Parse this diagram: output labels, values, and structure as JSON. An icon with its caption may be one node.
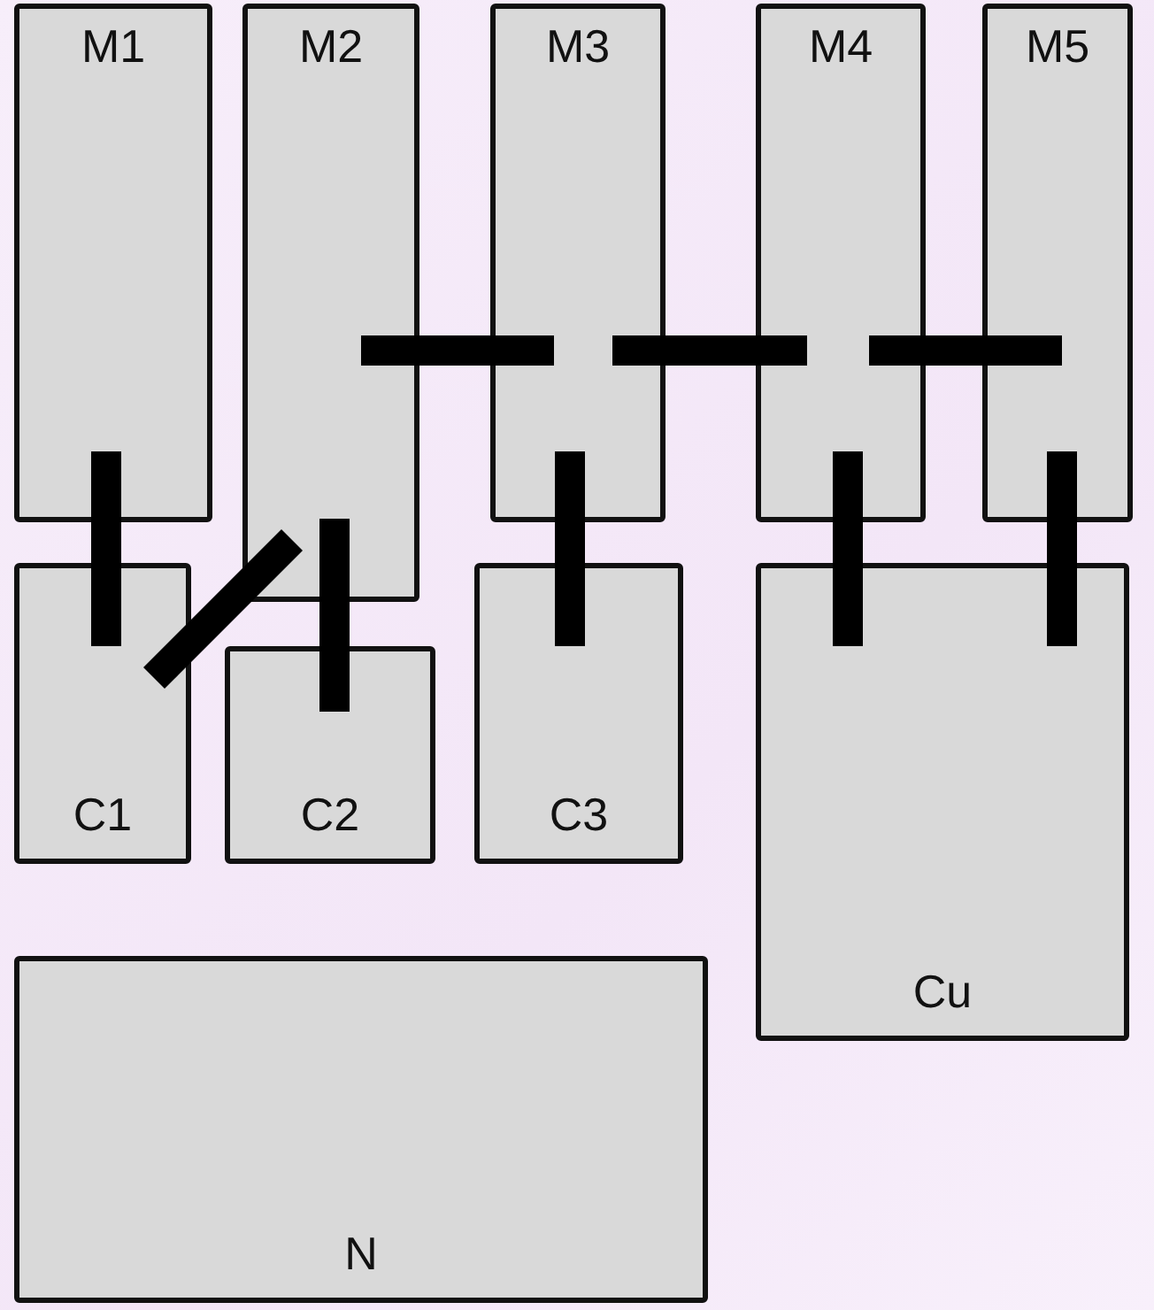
{
  "diagram": {
    "nodes": [
      {
        "text": [
          "M1"
        ]
      },
      {
        "text": [
          "M2"
        ]
      },
      {
        "text": [
          "M3"
        ]
      },
      {
        "text": [
          "M4"
        ]
      },
      {
        "text": [
          "M5"
        ]
      },
      {
        "text": [
          "C1"
        ]
      },
      {
        "text": [
          "C2"
        ]
      },
      {
        "text": [
          "C3"
        ]
      },
      {
        "text": [
          "Cu"
        ]
      },
      {
        "text": [
          "N"
        ]
      }
    ],
    "edges": [
      {
        "from": 0,
        "to": 5,
        "arrow": "none"
      },
      {
        "from": 1,
        "to": 5,
        "arrow": "none"
      },
      {
        "from": 1,
        "to": 6,
        "arrow": "none"
      },
      {
        "from": 2,
        "to": 7,
        "arrow": "none"
      },
      {
        "from": 3,
        "to": 8,
        "arrow": "none"
      },
      {
        "from": 4,
        "to": 8,
        "arrow": "none"
      },
      {
        "from": 1,
        "to": 2,
        "arrow": "none"
      },
      {
        "from": 2,
        "to": 3,
        "arrow": "none"
      },
      {
        "from": 3,
        "to": 4,
        "arrow": "none"
      }
    ]
  }
}
